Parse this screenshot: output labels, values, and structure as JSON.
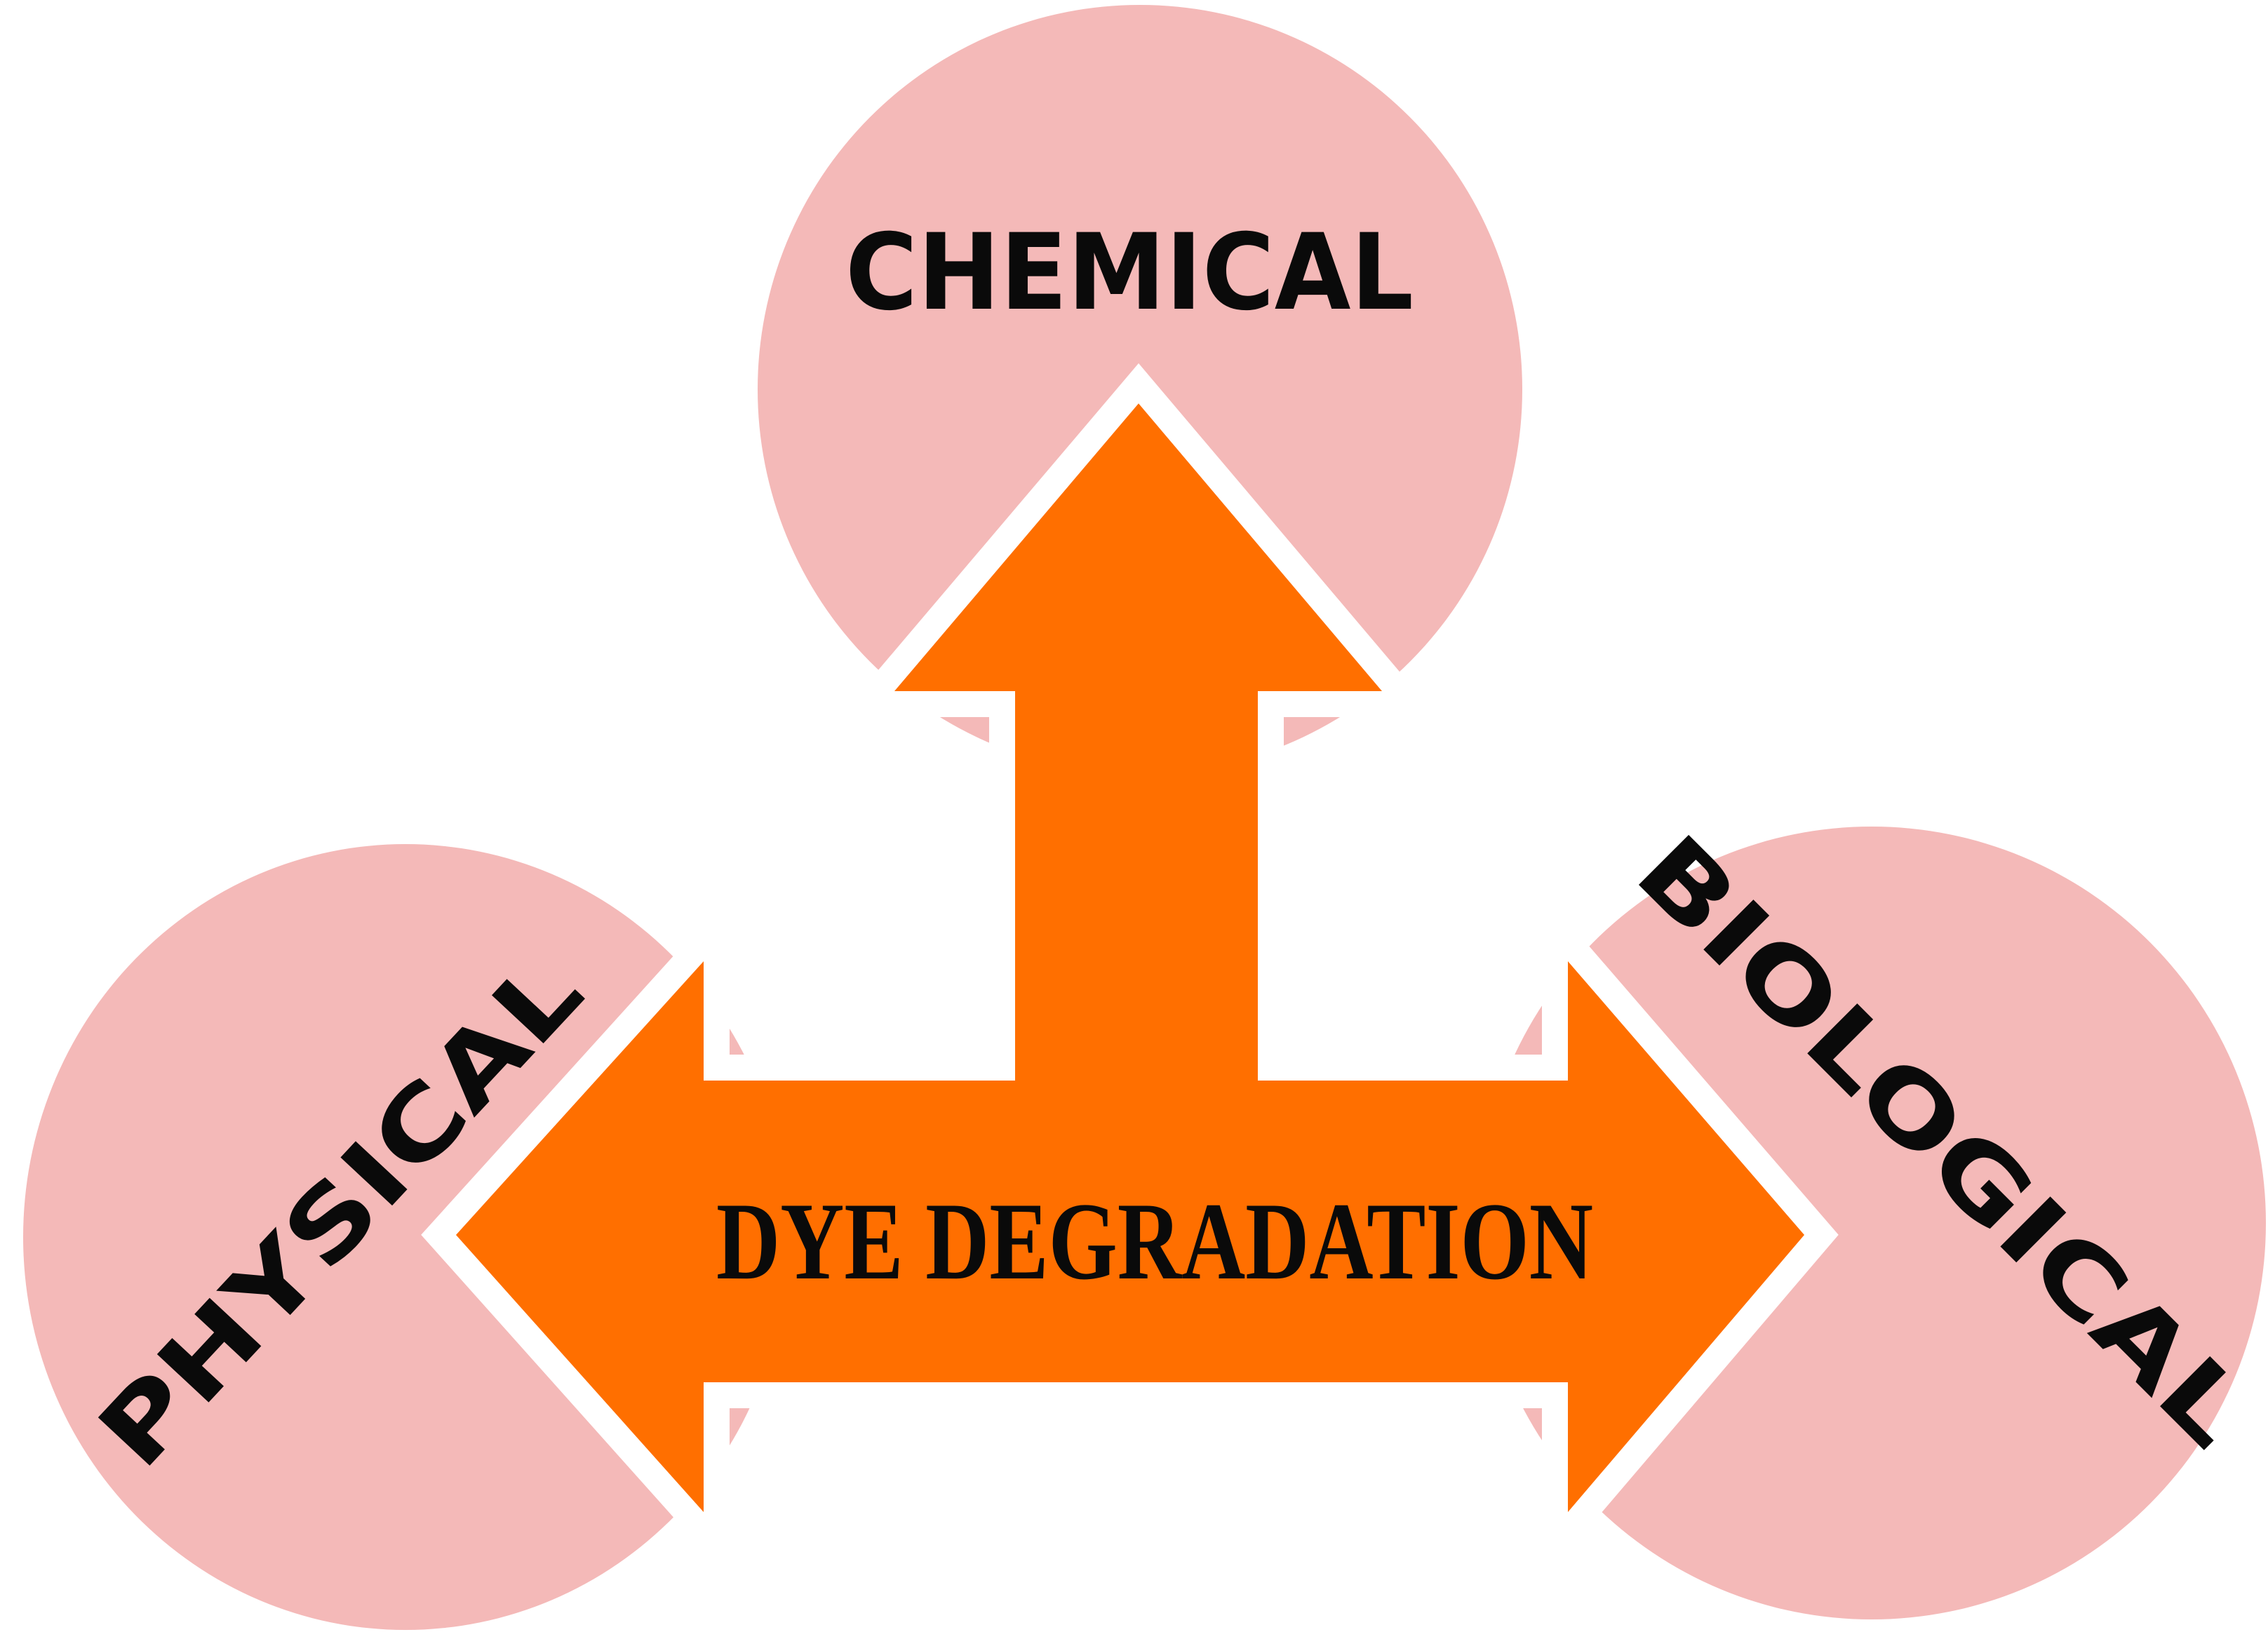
{
  "diagram": {
    "center_label": "DYE DEGRADATION",
    "nodes": {
      "top": {
        "label": "CHEMICAL"
      },
      "left": {
        "label": "PHYSICAL"
      },
      "right": {
        "label": "BIOLOGICAL"
      }
    }
  },
  "colors": {
    "circle_fill": "#F4B9B8",
    "arrow_fill": "#FF6F00",
    "gap": "#FFFFFF",
    "text": "#0A0A0A"
  }
}
